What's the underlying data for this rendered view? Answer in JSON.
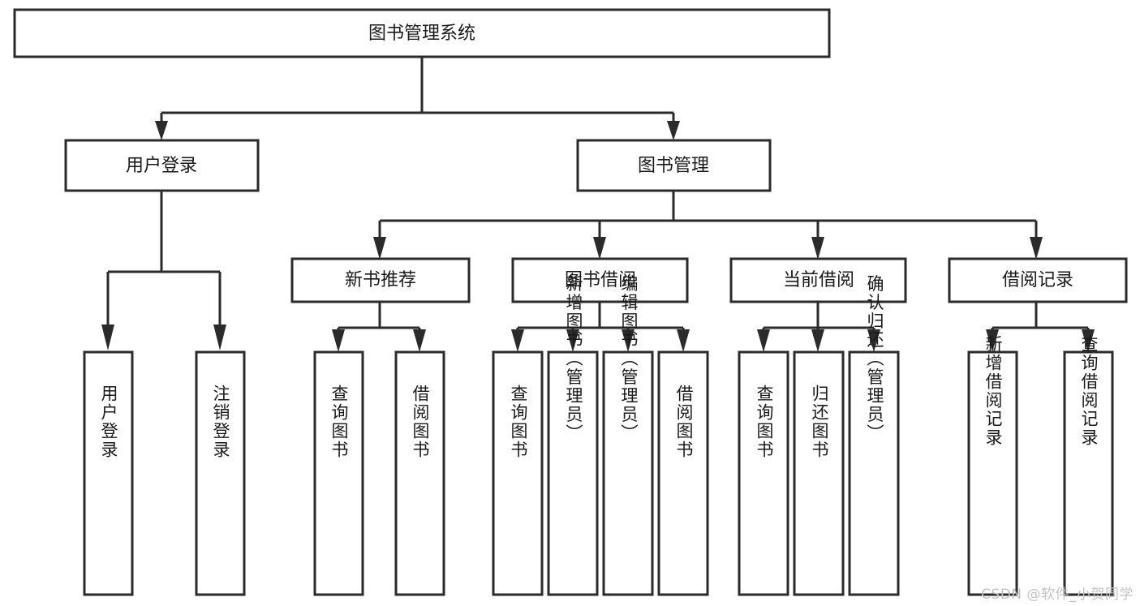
{
  "diagram": {
    "title": "图书管理系统",
    "watermark": "CSDN @软件_小贺同学",
    "colors": {
      "stroke": "#2b2b2b",
      "fill": "#ffffff",
      "text": "#1a1a1a",
      "watermark": "#c2c2c2",
      "background": "#ffffff"
    },
    "root": {
      "label": "图书管理系统"
    },
    "level2": [
      {
        "label": "用户登录"
      },
      {
        "label": "图书管理"
      }
    ],
    "level3": [
      {
        "label": "新书推荐"
      },
      {
        "label": "图书借阅"
      },
      {
        "label": "当前借阅"
      },
      {
        "label": "借阅记录"
      }
    ],
    "leaves": {
      "user_login": [
        {
          "label": "用户登录"
        },
        {
          "label": "注销登录"
        }
      ],
      "new_book_recommend": [
        {
          "label": "查询图书"
        },
        {
          "label": "借阅图书"
        }
      ],
      "book_borrow": [
        {
          "label": "查询图书"
        },
        {
          "label": "新增图书（管理员）"
        },
        {
          "label": "编辑图书（管理员）"
        },
        {
          "label": "借阅图书"
        }
      ],
      "current_borrow": [
        {
          "label": "查询图书"
        },
        {
          "label": "归还图书"
        },
        {
          "label": "确认归还（管理员）"
        }
      ],
      "borrow_record": [
        {
          "label": "新增借阅记录"
        },
        {
          "label": "查询借阅记录"
        }
      ]
    }
  }
}
